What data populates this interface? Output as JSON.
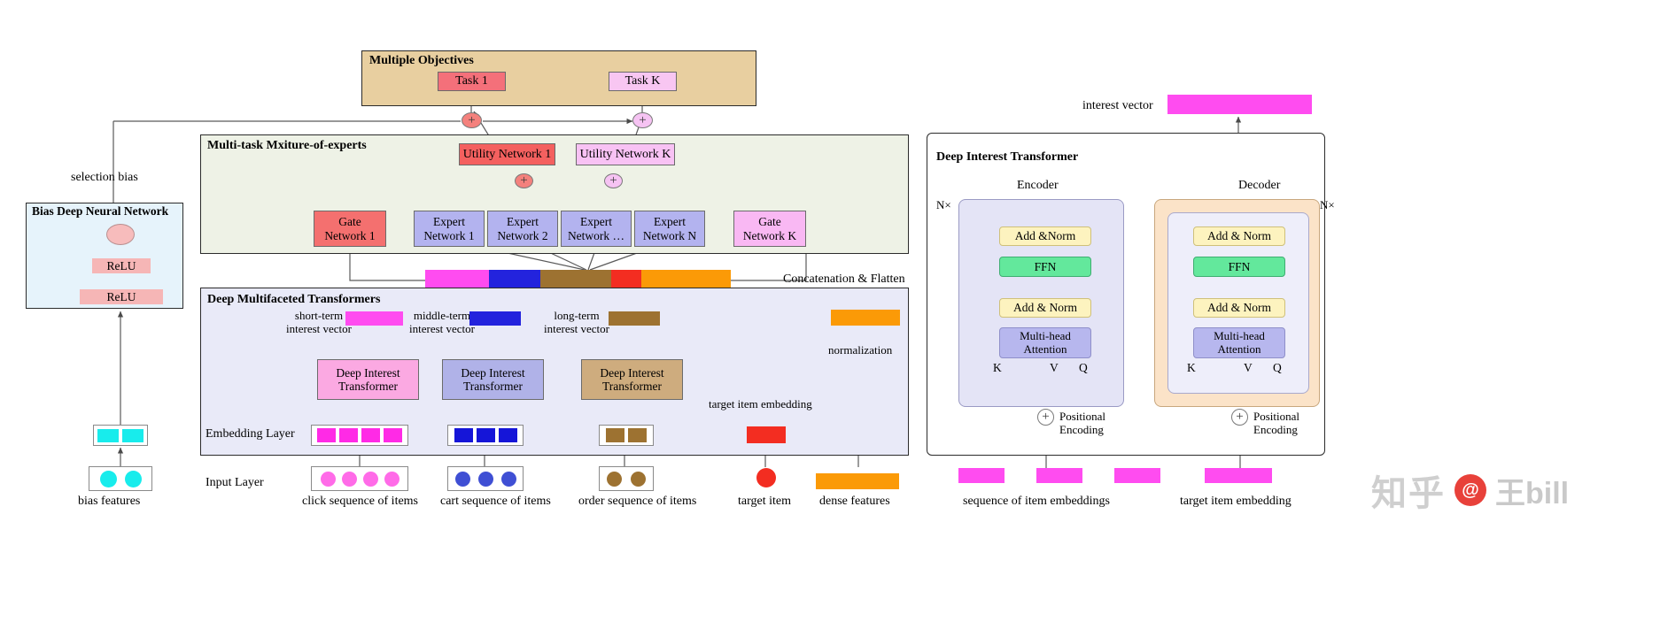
{
  "figure": {
    "title_left": "Multiple Objectives",
    "watermark": {
      "zh": "知乎",
      "badge": "@",
      "name": "王bill"
    }
  },
  "objectives_panel": {
    "title": "Multiple Objectives",
    "bg": "#e8cfa0",
    "tasks": [
      {
        "label": "Task 1",
        "color": "#f4707a"
      },
      {
        "label": "Task K",
        "color": "#f8c6f2"
      }
    ]
  },
  "mmoe_panel": {
    "title": "Multi-task Mxiture-of-experts",
    "bg": "#eef2e6",
    "utility_networks": [
      {
        "label": "Utility Network 1",
        "color": "#f4605f"
      },
      {
        "label": "Utility Network  K",
        "color": "#f8c2f4"
      }
    ],
    "gates": [
      {
        "label_line1": "Gate",
        "label_line2": "Network 1",
        "color": "#f4706f"
      },
      {
        "label_line1": "Gate",
        "label_line2": "Network K",
        "color": "#f9b8f3"
      }
    ],
    "experts": [
      {
        "label_line1": "Expert",
        "label_line2": "Network 1",
        "color": "#b3b3ef"
      },
      {
        "label_line1": "Expert",
        "label_line2": "Network 2",
        "color": "#b3b3ef"
      },
      {
        "label_line1": "Expert",
        "label_line2": "Network …",
        "color": "#b3b3ef"
      },
      {
        "label_line1": "Expert",
        "label_line2": "Network N",
        "color": "#b3b3ef"
      }
    ]
  },
  "bias_panel": {
    "title": "Bias Deep Neural Network",
    "bg": "#e6f3fb",
    "relu_top": "ReLU",
    "relu_bottom": "ReLU",
    "relu_color": "#f6b6b6",
    "neuron_color": "#f7bcbc",
    "selection_bias_label": "selection bias",
    "bias_features_label": "bias features",
    "embedding_cells": 2,
    "input_dots": 2,
    "cell_color": "#18ecec"
  },
  "concatenation": {
    "label": "Concatenation & Flatten",
    "segments": [
      {
        "name": "short-term",
        "color": "#ff4cf0",
        "width": 72
      },
      {
        "name": "middle-term",
        "color": "#2323dd",
        "width": 58
      },
      {
        "name": "long-term",
        "color": "#9d7231",
        "width": 80
      },
      {
        "name": "target-item",
        "color": "#f32d21",
        "width": 34
      },
      {
        "name": "dense",
        "color": "#fb9a07",
        "width": 114
      }
    ]
  },
  "dmt_panel": {
    "title": "Deep Multifaceted Transformers",
    "bg": "#e9eaf8",
    "interest_vectors": [
      {
        "caption_line1": "short-term",
        "caption_line2": "interest vector",
        "color": "#ff4cf0"
      },
      {
        "caption_line1": "middle-term",
        "caption_line2": "interest vector",
        "color": "#2323dd"
      },
      {
        "caption_line1": "long-term",
        "caption_line2": "interest vector",
        "color": "#9d7231"
      }
    ],
    "transformers": [
      {
        "line1": "Deep Interest",
        "line2": "Transformer",
        "color": "#fba9e2"
      },
      {
        "line1": "Deep Interest",
        "line2": "Transformer",
        "color": "#b0b2e8"
      },
      {
        "line1": "Deep Interest",
        "line2": "Transformer",
        "color": "#ceac7e"
      }
    ],
    "target_item_embedding_label": "target item embedding",
    "normalization_label": "normalization",
    "embedding_layer_label": "Embedding Layer",
    "input_layer_label": "Input Layer",
    "embedding_groups": [
      {
        "count": 4,
        "color": "#ff2ae6"
      },
      {
        "count": 3,
        "color": "#1515d8"
      },
      {
        "count": 2,
        "color": "#9d7231"
      },
      {
        "count": 1,
        "color": "#f32d21"
      }
    ],
    "input_groups": [
      {
        "count": 4,
        "color": "#ff6be8",
        "shape": "circle"
      },
      {
        "count": 3,
        "color": "#3f4fd4",
        "shape": "circle"
      },
      {
        "count": 2,
        "color": "#9d7231",
        "shape": "circle"
      },
      {
        "count": 1,
        "color": "#f32d21",
        "shape": "circle"
      }
    ],
    "dense_features_bar_color": "#fb9a07",
    "input_captions": [
      "click sequence of items",
      "cart sequence of items",
      "order sequence of items",
      "target item",
      "dense features"
    ]
  },
  "dit_panel": {
    "title": "Deep Interest Transformer",
    "interest_vector_label": "interest vector",
    "interest_vector_color": "#ff4cf0",
    "encoder": {
      "title": "Encoder",
      "repeat": "N×",
      "bg": "#e4e4f6",
      "blocks": [
        {
          "label": "Add &Norm",
          "color": "#fdf3bf"
        },
        {
          "label": "FFN",
          "color": "#63e89c"
        },
        {
          "label": "Add & Norm",
          "color": "#fdf3bf"
        },
        {
          "label_line1": "Multi-head",
          "label_line2": "Attention",
          "color": "#b7b7ee"
        }
      ],
      "kvq": [
        "K",
        "V",
        "Q"
      ],
      "positional_line1": "Positional",
      "positional_line2": "Encoding",
      "plus": "+",
      "input_caption": "sequence of item embeddings"
    },
    "decoder": {
      "title": "Decoder",
      "repeat": "N×",
      "bg": "#fbe3c8",
      "blocks": [
        {
          "label": "Add & Norm",
          "color": "#fdf3bf"
        },
        {
          "label": "FFN",
          "color": "#63e89c"
        },
        {
          "label": "Add & Norm",
          "color": "#fdf3bf"
        },
        {
          "label_line1": "Multi-head",
          "label_line2": "Attention",
          "color": "#b7b7ee"
        }
      ],
      "kvq": [
        "K",
        "V",
        "Q"
      ],
      "positional_line1": "Positional",
      "positional_line2": "Encoding",
      "plus": "+",
      "input_caption": "target item embedding"
    },
    "bottom_bars": [
      {
        "color": "#ff4cf0",
        "width": 52
      },
      {
        "color": "#ff4cf0",
        "width": 52
      },
      {
        "color": "#ff4cf0",
        "width": 52
      },
      {
        "color": "#ff4cf0",
        "width": 76
      }
    ]
  }
}
